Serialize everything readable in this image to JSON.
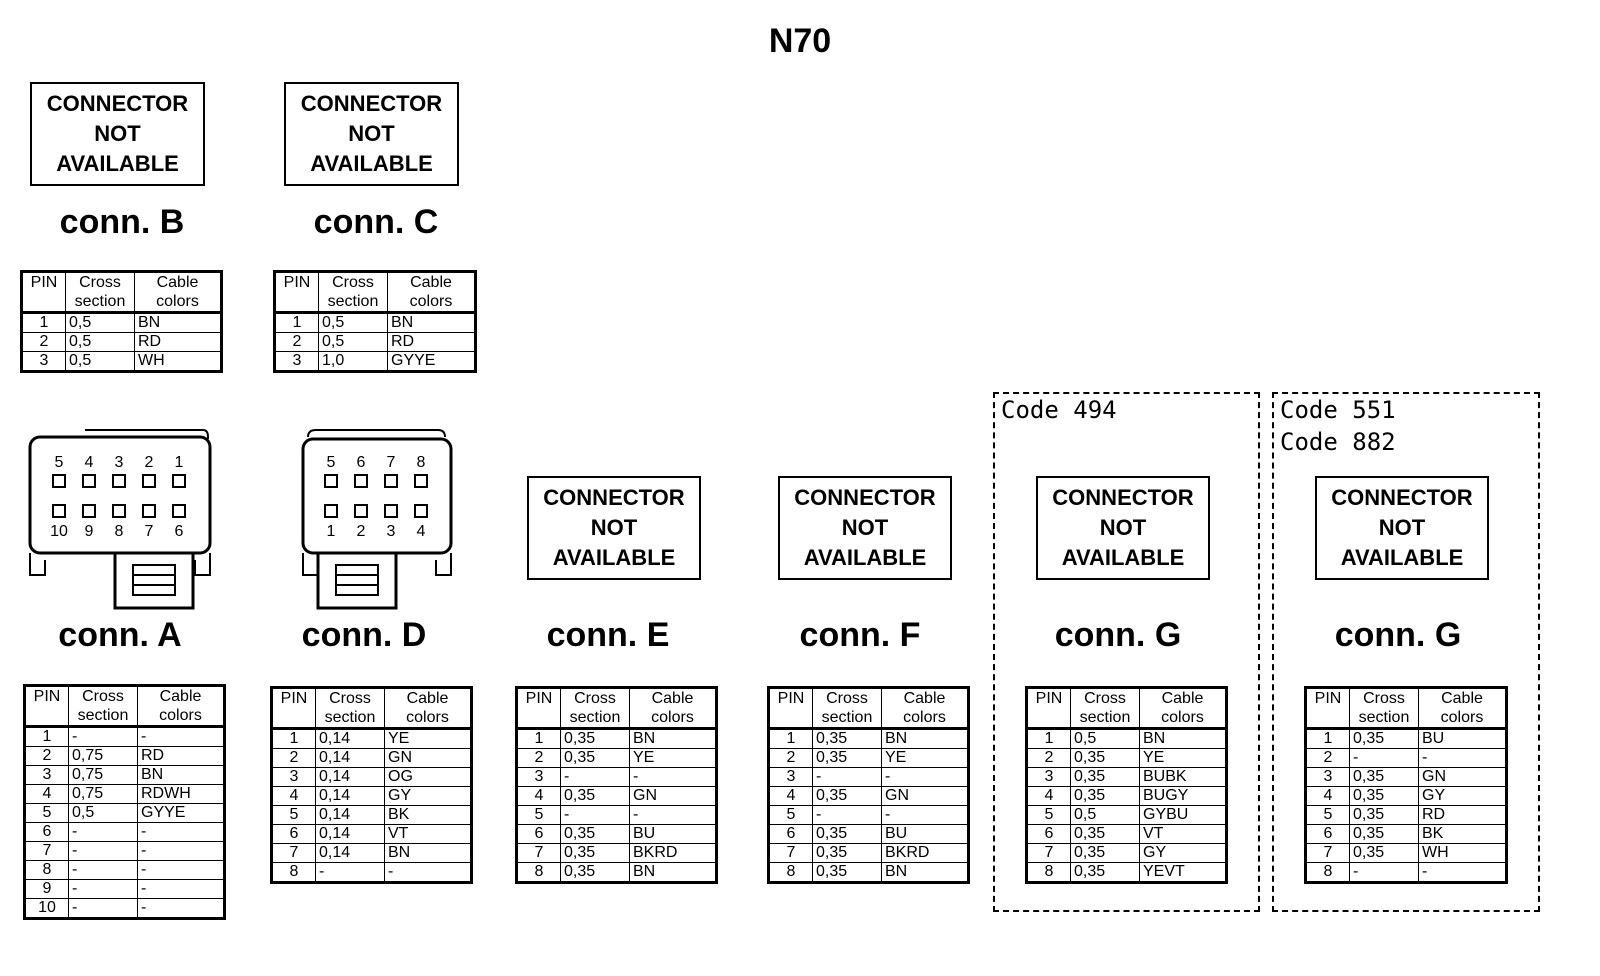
{
  "title": "N70",
  "not_available": [
    "CONNECTOR",
    "NOT",
    "AVAILABLE"
  ],
  "headers": {
    "pin": "PIN",
    "cross": [
      "Cross",
      "section"
    ],
    "colors": [
      "Cable",
      "colors"
    ]
  },
  "connectors": {
    "B": {
      "label": "conn. B",
      "rows": [
        [
          "1",
          "0,5",
          "BN"
        ],
        [
          "2",
          "0,5",
          "RD"
        ],
        [
          "3",
          "0,5",
          "WH"
        ]
      ]
    },
    "C": {
      "label": "conn. C",
      "rows": [
        [
          "1",
          "0,5",
          "BN"
        ],
        [
          "2",
          "0,5",
          "RD"
        ],
        [
          "3",
          "1,0",
          "GYYE"
        ]
      ]
    },
    "A": {
      "label": "conn. A",
      "pins_top": [
        "5",
        "4",
        "3",
        "2",
        "1"
      ],
      "pins_bottom": [
        "10",
        "9",
        "8",
        "7",
        "6"
      ],
      "rows": [
        [
          "1",
          "-",
          "-"
        ],
        [
          "2",
          "0,75",
          "RD"
        ],
        [
          "3",
          "0,75",
          "BN"
        ],
        [
          "4",
          "0,75",
          "RDWH"
        ],
        [
          "5",
          "0,5",
          "GYYE"
        ],
        [
          "6",
          "-",
          "-"
        ],
        [
          "7",
          "-",
          "-"
        ],
        [
          "8",
          "-",
          "-"
        ],
        [
          "9",
          "-",
          "-"
        ],
        [
          "10",
          "-",
          "-"
        ]
      ]
    },
    "D": {
      "label": "conn. D",
      "pins_top": [
        "5",
        "6",
        "7",
        "8"
      ],
      "pins_bottom": [
        "1",
        "2",
        "3",
        "4"
      ],
      "rows": [
        [
          "1",
          "0,14",
          "YE"
        ],
        [
          "2",
          "0,14",
          "GN"
        ],
        [
          "3",
          "0,14",
          "OG"
        ],
        [
          "4",
          "0,14",
          "GY"
        ],
        [
          "5",
          "0,14",
          "BK"
        ],
        [
          "6",
          "0,14",
          "VT"
        ],
        [
          "7",
          "0,14",
          "BN"
        ],
        [
          "8",
          "-",
          "-"
        ]
      ]
    },
    "E": {
      "label": "conn. E",
      "rows": [
        [
          "1",
          "0,35",
          "BN"
        ],
        [
          "2",
          "0,35",
          "YE"
        ],
        [
          "3",
          "-",
          "-"
        ],
        [
          "4",
          "0,35",
          "GN"
        ],
        [
          "5",
          "-",
          "-"
        ],
        [
          "6",
          "0,35",
          "BU"
        ],
        [
          "7",
          "0,35",
          "BKRD"
        ],
        [
          "8",
          "0,35",
          "BN"
        ]
      ]
    },
    "F": {
      "label": "conn. F",
      "rows": [
        [
          "1",
          "0,35",
          "BN"
        ],
        [
          "2",
          "0,35",
          "YE"
        ],
        [
          "3",
          "-",
          "-"
        ],
        [
          "4",
          "0,35",
          "GN"
        ],
        [
          "5",
          "-",
          "-"
        ],
        [
          "6",
          "0,35",
          "BU"
        ],
        [
          "7",
          "0,35",
          "BKRD"
        ],
        [
          "8",
          "0,35",
          "BN"
        ]
      ]
    },
    "G1": {
      "label": "conn. G",
      "code": [
        "Code 494"
      ],
      "rows": [
        [
          "1",
          "0,5",
          "BN"
        ],
        [
          "2",
          "0,35",
          "YE"
        ],
        [
          "3",
          "0,35",
          "BUBK"
        ],
        [
          "4",
          "0,35",
          "BUGY"
        ],
        [
          "5",
          "0,5",
          "GYBU"
        ],
        [
          "6",
          "0,35",
          "VT"
        ],
        [
          "7",
          "0,35",
          "GY"
        ],
        [
          "8",
          "0,35",
          "YEVT"
        ]
      ]
    },
    "G2": {
      "label": "conn. G",
      "code": [
        "Code 551",
        "Code 882"
      ],
      "rows": [
        [
          "1",
          "0,35",
          "BU"
        ],
        [
          "2",
          "-",
          "-"
        ],
        [
          "3",
          "0,35",
          "GN"
        ],
        [
          "4",
          "0,35",
          "GY"
        ],
        [
          "5",
          "0,35",
          "RD"
        ],
        [
          "6",
          "0,35",
          "BK"
        ],
        [
          "7",
          "0,35",
          "WH"
        ],
        [
          "8",
          "-",
          "-"
        ]
      ]
    }
  }
}
